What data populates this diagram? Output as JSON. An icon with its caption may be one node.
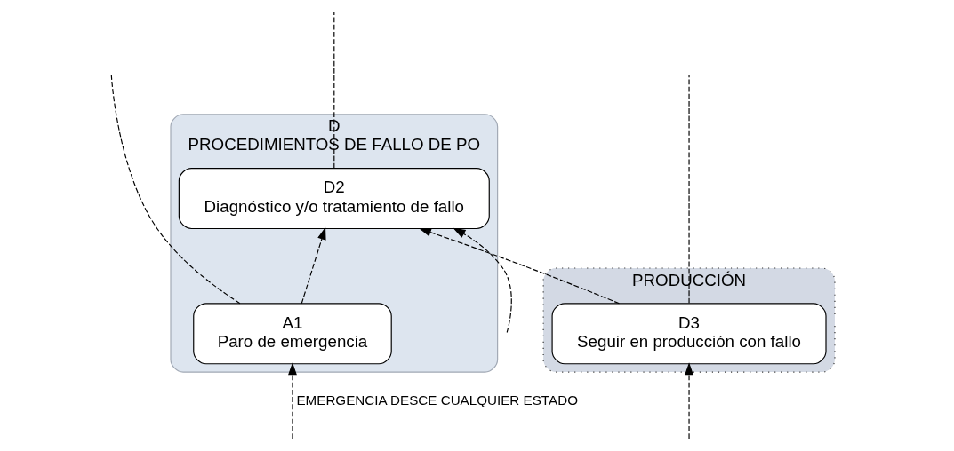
{
  "diagram": {
    "nodes": [
      {
        "text": [
          "D",
          "PROCEDIMIENTOS DE FALLO DE PO"
        ]
      },
      {
        "text": [
          "PRODUCCIÓN"
        ]
      },
      {
        "text": [
          "D2",
          "Diagnóstico y/o tratamiento de fallo"
        ],
        "in": 0
      },
      {
        "text": [
          "D3",
          "Seguir en producción con fallo"
        ],
        "in": 1
      },
      {
        "text": [
          "A1",
          "Paro de emergencia"
        ],
        "in": 0
      }
    ],
    "edges": [
      {
        "from": 4,
        "to": null,
        "arrow": "none",
        "style": "dashed"
      },
      {
        "from": 2,
        "to": null,
        "arrow": "none",
        "style": "dashed"
      },
      {
        "from": 3,
        "to": null,
        "arrow": "none",
        "style": "dashed"
      },
      {
        "from": 3,
        "to": 2,
        "arrow": "to",
        "style": "dashed"
      },
      {
        "from": null,
        "to": 3,
        "arrow": "to",
        "style": "dashed"
      },
      {
        "from": 4,
        "to": 2,
        "arrow": "to",
        "style": "dashed"
      },
      {
        "from": null,
        "to": 2,
        "arrow": "to",
        "style": "dashed"
      },
      {
        "from": null,
        "to": 4,
        "arrow": "to",
        "label": "EMERGENCIA DESCE CUALQUIER ESTADO",
        "style": "dashed"
      }
    ]
  }
}
